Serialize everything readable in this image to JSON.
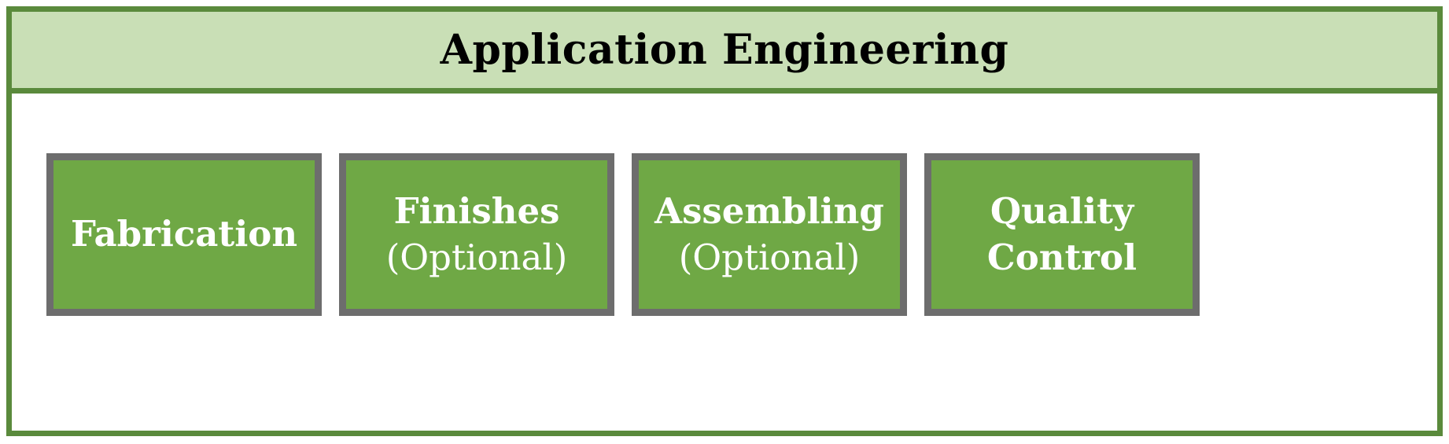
{
  "diagram": {
    "header": {
      "title": "Application Engineering"
    },
    "boxes": [
      {
        "label": "Fabrication",
        "sub": ""
      },
      {
        "label": "Finishes",
        "sub": "(Optional)"
      },
      {
        "label": "Assembling",
        "sub": "(Optional)"
      },
      {
        "label": "Quality Control",
        "sub": ""
      }
    ],
    "colors": {
      "outer_border": "#5a8a3c",
      "header_bg": "#c9dfb6",
      "box_fill": "#6fa845",
      "box_border": "#6d6d6d",
      "header_text": "#000000",
      "box_text": "#ffffff"
    }
  }
}
